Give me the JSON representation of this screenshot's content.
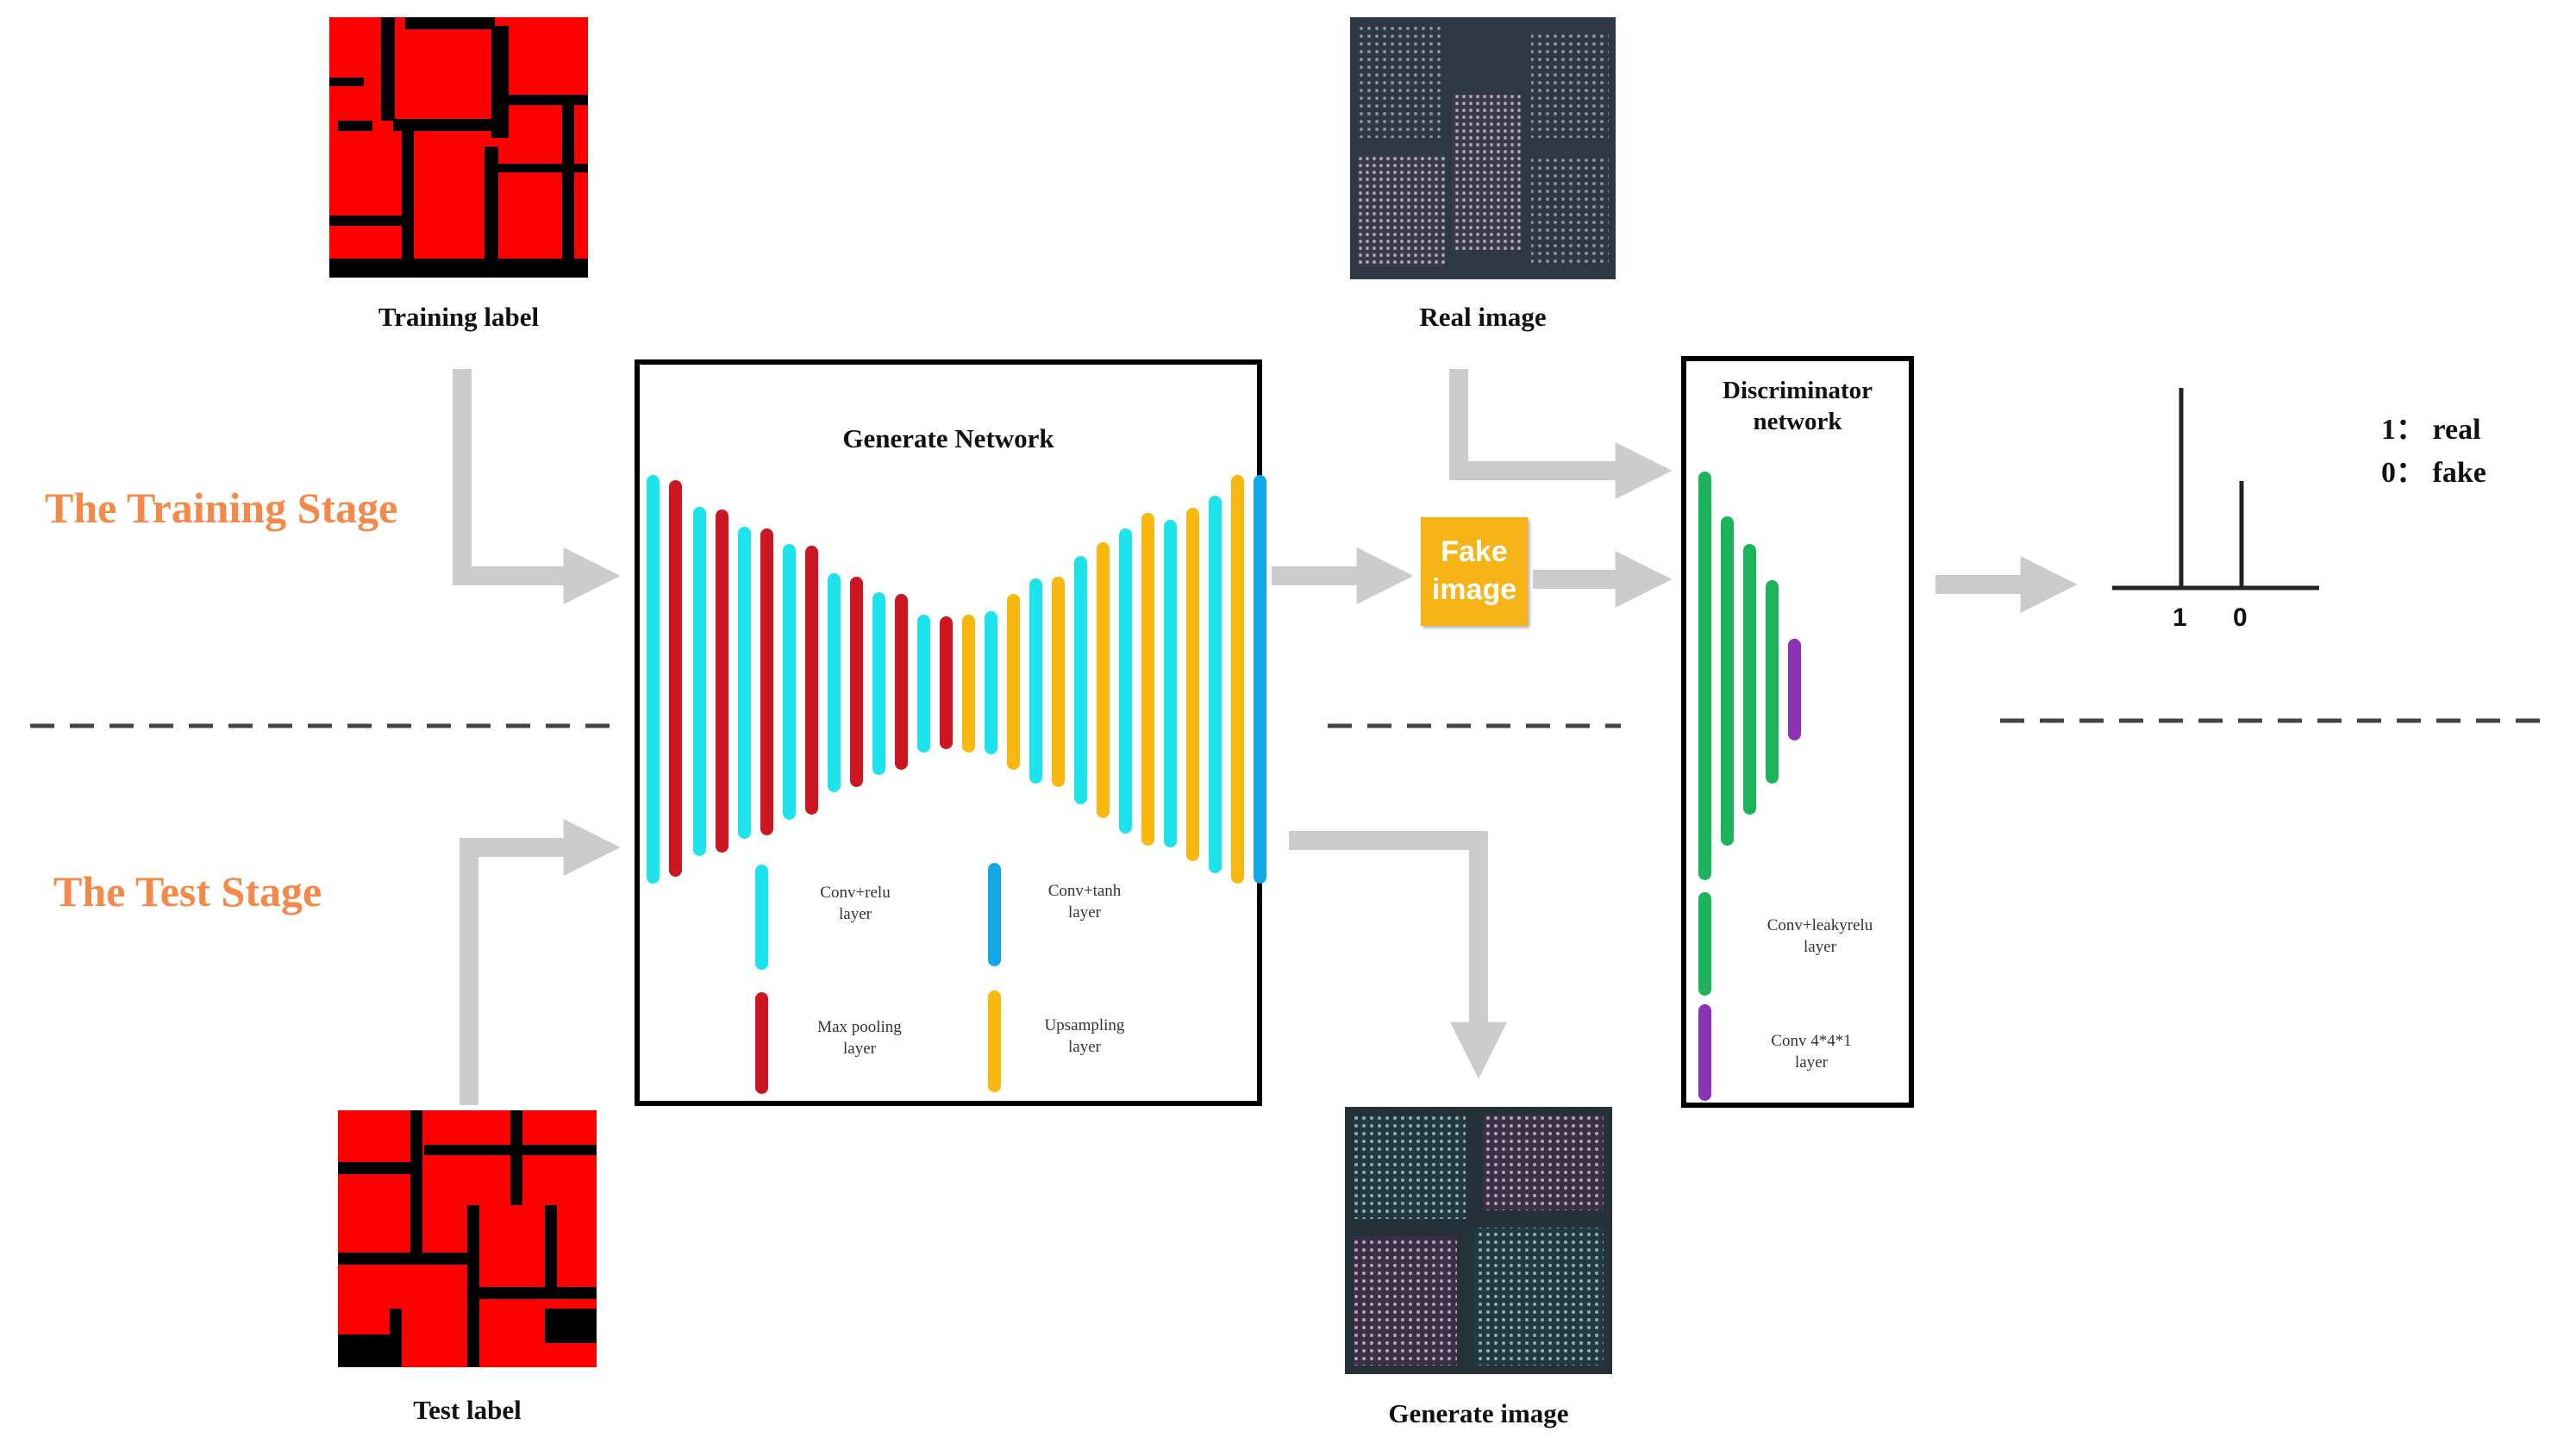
{
  "stages": {
    "training": "The Training Stage",
    "test": "The Test Stage"
  },
  "images": {
    "training_label": "Training label",
    "real_image": "Real image",
    "test_label": "Test label",
    "generate_image": "Generate image"
  },
  "generator": {
    "title": "Generate Network",
    "legend": [
      {
        "label": "Conv+relu\nlayer",
        "color": "#1de4ec"
      },
      {
        "label": "Conv+tanh\nlayer",
        "color": "#11a8e4"
      },
      {
        "label": "Max pooling\nlayer",
        "color": "#cc1622"
      },
      {
        "label": "Upsampling\nlayer",
        "color": "#f9b80f"
      }
    ]
  },
  "fake_image": {
    "line1": "Fake",
    "line2": "image"
  },
  "discriminator": {
    "title_line1": "Discriminator",
    "title_line2": "network",
    "legend": [
      {
        "label": "Conv+leakyrelu\nlayer",
        "color": "#1db35a"
      },
      {
        "label": "Conv 4*4*1\nlayer",
        "color": "#8a33b5"
      }
    ]
  },
  "output": {
    "tick_1": "1",
    "tick_0": "0",
    "key_real": "1： real",
    "key_fake": "0： fake"
  },
  "colors": {
    "stage_label": "#f4894a",
    "arrow": "#cccccc",
    "label_red": "#ff0000",
    "satellite": "#2b3440"
  }
}
